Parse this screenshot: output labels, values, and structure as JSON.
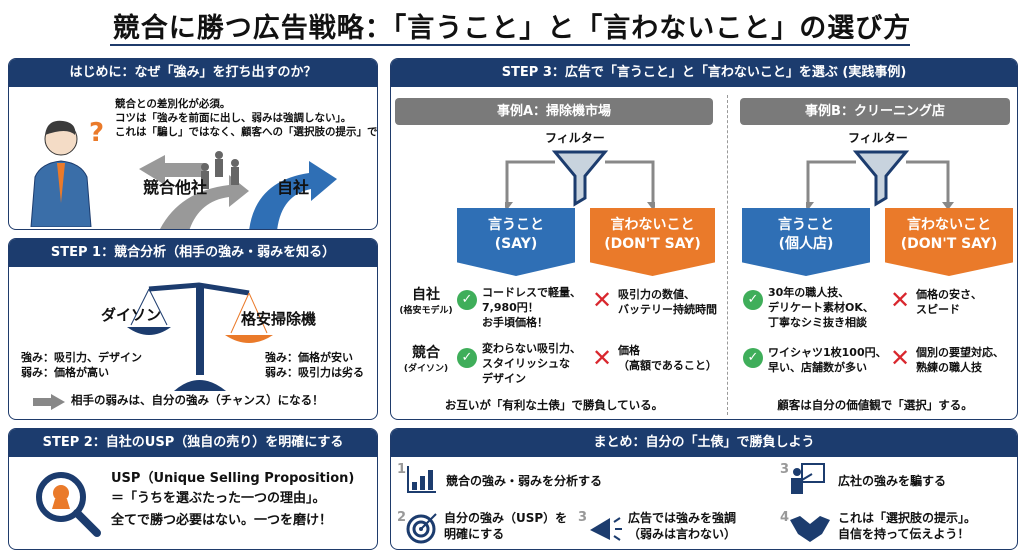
{
  "title": "競合に勝つ広告戦略：「言うこと」と「言わないこと」の選び方",
  "intro": {
    "header": "はじめに：なぜ「強み」を打ち出すのか？",
    "lines": [
      "競合との差別化が必須。",
      "コツは「強みを前面に出し、弱みは強調しない」。",
      "これは「騙し」ではなく、顧客への「選択肢の提示」です。"
    ],
    "competitors": "競合他社",
    "own": "自社"
  },
  "step1": {
    "header": "STEP 1：競合分析（相手の強み・弱みを知る）",
    "left_name": "ダイソン",
    "right_name": "格安掃除機",
    "left": [
      "強み：吸引力、デザイン",
      "弱み：価格が高い"
    ],
    "right": [
      "強み：価格が安い",
      "弱み：吸引力は劣る"
    ],
    "conclusion": "相手の弱みは、自分の強み（チャンス）になる！"
  },
  "step2": {
    "header": "STEP 2：自社のUSP（独自の売り）を明確にする",
    "lines": [
      "USP（Unique Selling Proposition)",
      "＝「うちを選ぶたった一つの理由」。",
      "全てで勝つ必要はない。一つを磨け！"
    ]
  },
  "step3": {
    "header": "STEP 3：広告で「言うこと」と「言わないこと」を選ぶ (実践事例)",
    "caseA": {
      "title": "事例A：掃除機市場",
      "filter": "フィルター",
      "say": [
        "言うこと",
        "(SAY)"
      ],
      "dont": [
        "言わないこと",
        "(DON'T SAY)"
      ],
      "row1_label": "自社",
      "row1_sub": "(格安モデル)",
      "row1_say": [
        "コードレスで軽量、",
        "7,980円！",
        "お手頃価格！"
      ],
      "row1_dont": [
        "吸引力の数値、",
        "バッテリー持続時間"
      ],
      "row2_label": "競合",
      "row2_sub": "(ダイソン)",
      "row2_say": [
        "変わらない吸引力、",
        "スタイリッシュな",
        "デザイン"
      ],
      "row2_dont": [
        "価格",
        "（高額であること）"
      ],
      "footer": "お互いが「有利な土俵」で勝負している。"
    },
    "caseB": {
      "title": "事例B：クリーニング店",
      "filter": "フィルター",
      "say": [
        "言うこと",
        "(個人店)"
      ],
      "dont": [
        "言わないこと",
        "(DON'T SAY)"
      ],
      "row1_say": [
        "30年の職人技、",
        "デリケート素材OK、",
        "丁寧なシミ抜き相談"
      ],
      "row1_dont": [
        "価格の安さ、",
        "スピード"
      ],
      "row2_say": [
        "ワイシャツ1枚100円、",
        "早い、店舗数が多い"
      ],
      "row2_dont": [
        "個別の要望対応、",
        "熟練の職人技"
      ],
      "footer": "顧客は自分の価値観で「選択」する。"
    }
  },
  "summary": {
    "header": "まとめ：自分の「土俵」で勝負しよう",
    "items": [
      {
        "num": "1",
        "text": "競合の強み・弱みを分析する"
      },
      {
        "num": "2",
        "text": "自分の強み（USP）を\n明確にする"
      },
      {
        "num": "3",
        "text": "広告では強みを強調\n（弱みは言わない）"
      },
      {
        "num": "3",
        "text": "広社の強みを騙する"
      },
      {
        "num": "4",
        "text": "これは「選択肢の提示」。\n自信を持って伝えよう！"
      }
    ]
  },
  "colors": {
    "navy": "#1c3c6e",
    "blue": "#2f6fb5",
    "orange": "#ea7a2a",
    "green": "#3fae5a",
    "red": "#d9272e"
  }
}
